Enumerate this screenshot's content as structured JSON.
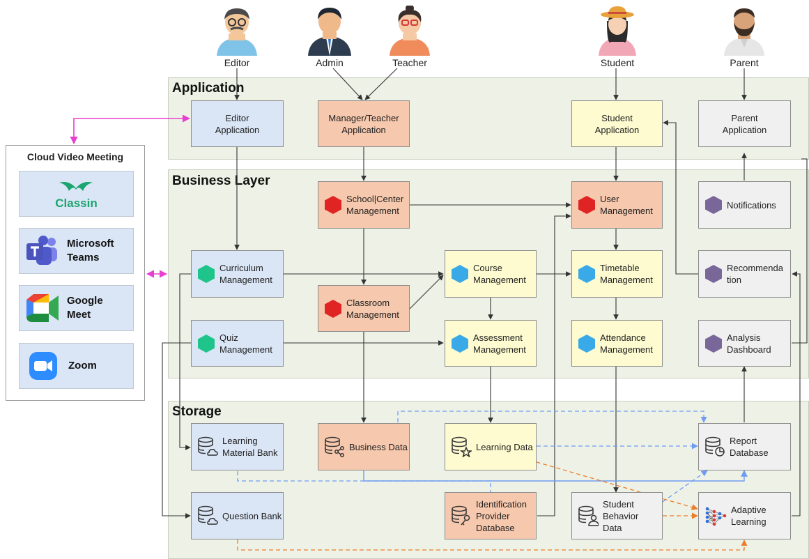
{
  "actors": [
    {
      "id": "editor",
      "label": "Editor"
    },
    {
      "id": "admin",
      "label": "Admin"
    },
    {
      "id": "teacher",
      "label": "Teacher"
    },
    {
      "id": "student",
      "label": "Student"
    },
    {
      "id": "parent",
      "label": "Parent"
    }
  ],
  "layers": {
    "application": "Application",
    "business": "Business Layer",
    "storage": "Storage"
  },
  "cloud": {
    "title": "Cloud Video Meeting",
    "services": [
      {
        "label": "Classin",
        "icon": "classin-logo-icon"
      },
      {
        "label": "Microsoft\nTeams",
        "icon": "microsoft-teams-icon"
      },
      {
        "label": "Google\nMeet",
        "icon": "google-meet-icon"
      },
      {
        "label": "Zoom",
        "icon": "zoom-icon"
      }
    ]
  },
  "application": {
    "editor_app": "Editor\nApplication",
    "manager_app": "Manager/Teacher\nApplication",
    "student_app": "Student\nApplication",
    "parent_app": "Parent\nApplication"
  },
  "business": {
    "school_center": "School|Center\nManagement",
    "user_mgmt": "User\nManagement",
    "notifications": "Notifications",
    "curriculum": "Curriculum\nManagement",
    "course": "Course\nManagement",
    "timetable": "Timetable\nManagement",
    "recommendation": "Recommenda\ntion",
    "classroom": "Classroom\nManagement",
    "quiz": "Quiz\nManagement",
    "assessment": "Assessment\nManagement",
    "attendance": "Attendance\nManagement",
    "analysis": "Analysis\nDashboard"
  },
  "storage": {
    "learning_material": "Learning\nMaterial Bank",
    "business_data": "Business Data",
    "learning_data": "Learning Data",
    "report_db": "Report\nDatabase",
    "question_bank": "Question Bank",
    "identification": "Identification\nProvider\nDatabase",
    "student_behavior": "Student\nBehavior\nData",
    "adaptive": "Adaptive\nLearning"
  },
  "colors": {
    "blue": "#dae6f6",
    "orange": "#f6c8ad",
    "yellow": "#fdfbcf",
    "gray": "#f0f0f0",
    "layer_bg": "#eef2e6",
    "green_hex": "#1ec48a",
    "red_hex": "#e02424",
    "cyan_hex": "#3aa9e8",
    "purple_hex": "#7a679a",
    "magenta_arrow": "#e83fd0",
    "dashed_blue": "#6f9bf2",
    "dashed_orange": "#ec7d2b"
  }
}
